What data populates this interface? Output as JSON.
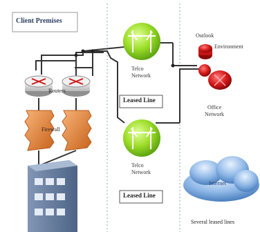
{
  "diagram": {
    "title": "Client Premises",
    "left_labels": {
      "routers": "Routers",
      "firewall": "Firewall"
    },
    "telco_top": {
      "name_line1": "Telco",
      "name_line2": "Network",
      "leased_line": "Leased Line"
    },
    "telco_bottom": {
      "name_line1": "Telco",
      "name_line2": "Network",
      "leased_line": "Leased Line"
    },
    "right_labels": {
      "router_line1": "Outlook",
      "router_line2": "Environment",
      "office_line1": "Office",
      "office_line2": "Network",
      "cloud": "Internet",
      "footer": "Several leased lines"
    },
    "colors": {
      "telco_green": "#8fd21c",
      "router_red": "#d01818",
      "firewall_orange": "#e98a3a",
      "cloud_blue": "#4f86c6",
      "server_blue": "#6f86a8",
      "link_line": "#333333",
      "divider": "#c8d2dc"
    }
  }
}
